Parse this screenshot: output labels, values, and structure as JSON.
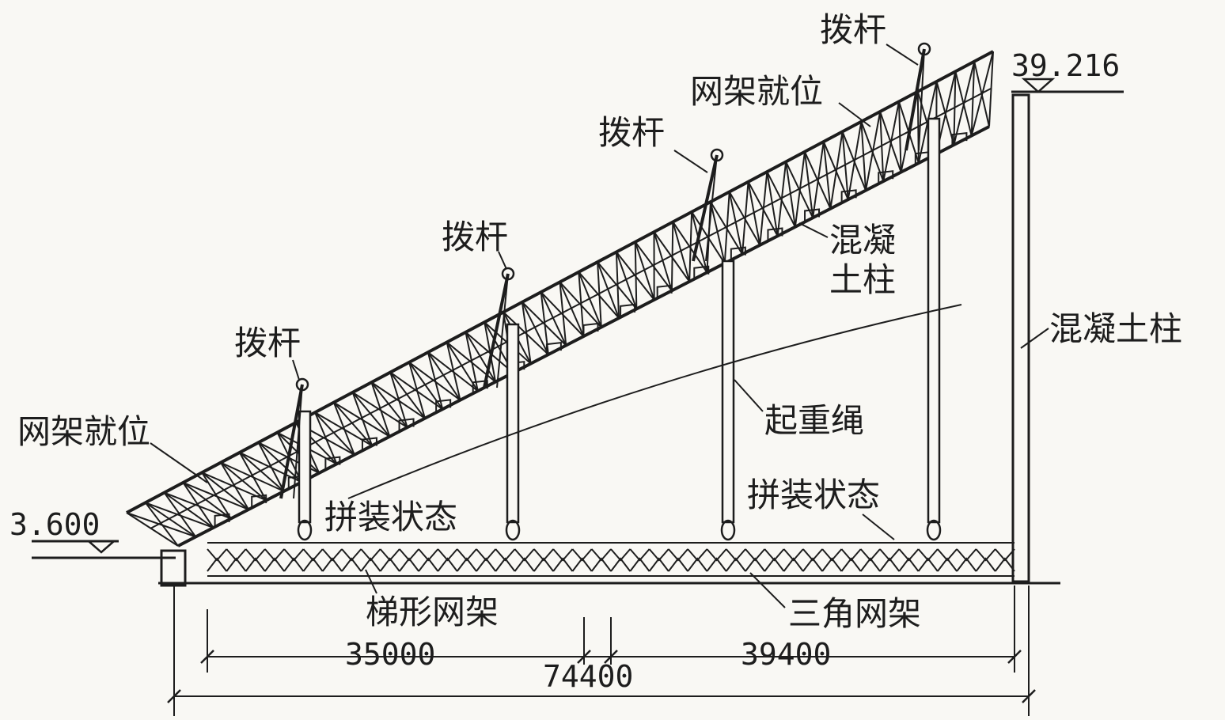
{
  "colors": {
    "ink": "#1d1d1d",
    "paper": "#f9f8f4"
  },
  "labels": {
    "truss_in_place_left": "网架就位",
    "truss_in_place_top": "网架就位",
    "gin_pole_1": "拨杆",
    "gin_pole_2": "拨杆",
    "gin_pole_3": "拨杆",
    "gin_pole_4": "拨杆",
    "concrete_column_mid": "混凝\n土柱",
    "concrete_column_mid_line1": "混凝",
    "concrete_column_mid_line2": "土柱",
    "concrete_column_right": "混凝土柱",
    "hoist_rope": "起重绳",
    "assembly_state_left": "拼装状态",
    "assembly_state_right": "拼装状态",
    "trapezoid_truss": "梯形网架",
    "triangle_truss": "三角网架"
  },
  "elevations": {
    "low": "3.600",
    "high": "39.216"
  },
  "dimensions": {
    "left_span": "35000",
    "right_span": "39400",
    "total_span": "74400"
  }
}
